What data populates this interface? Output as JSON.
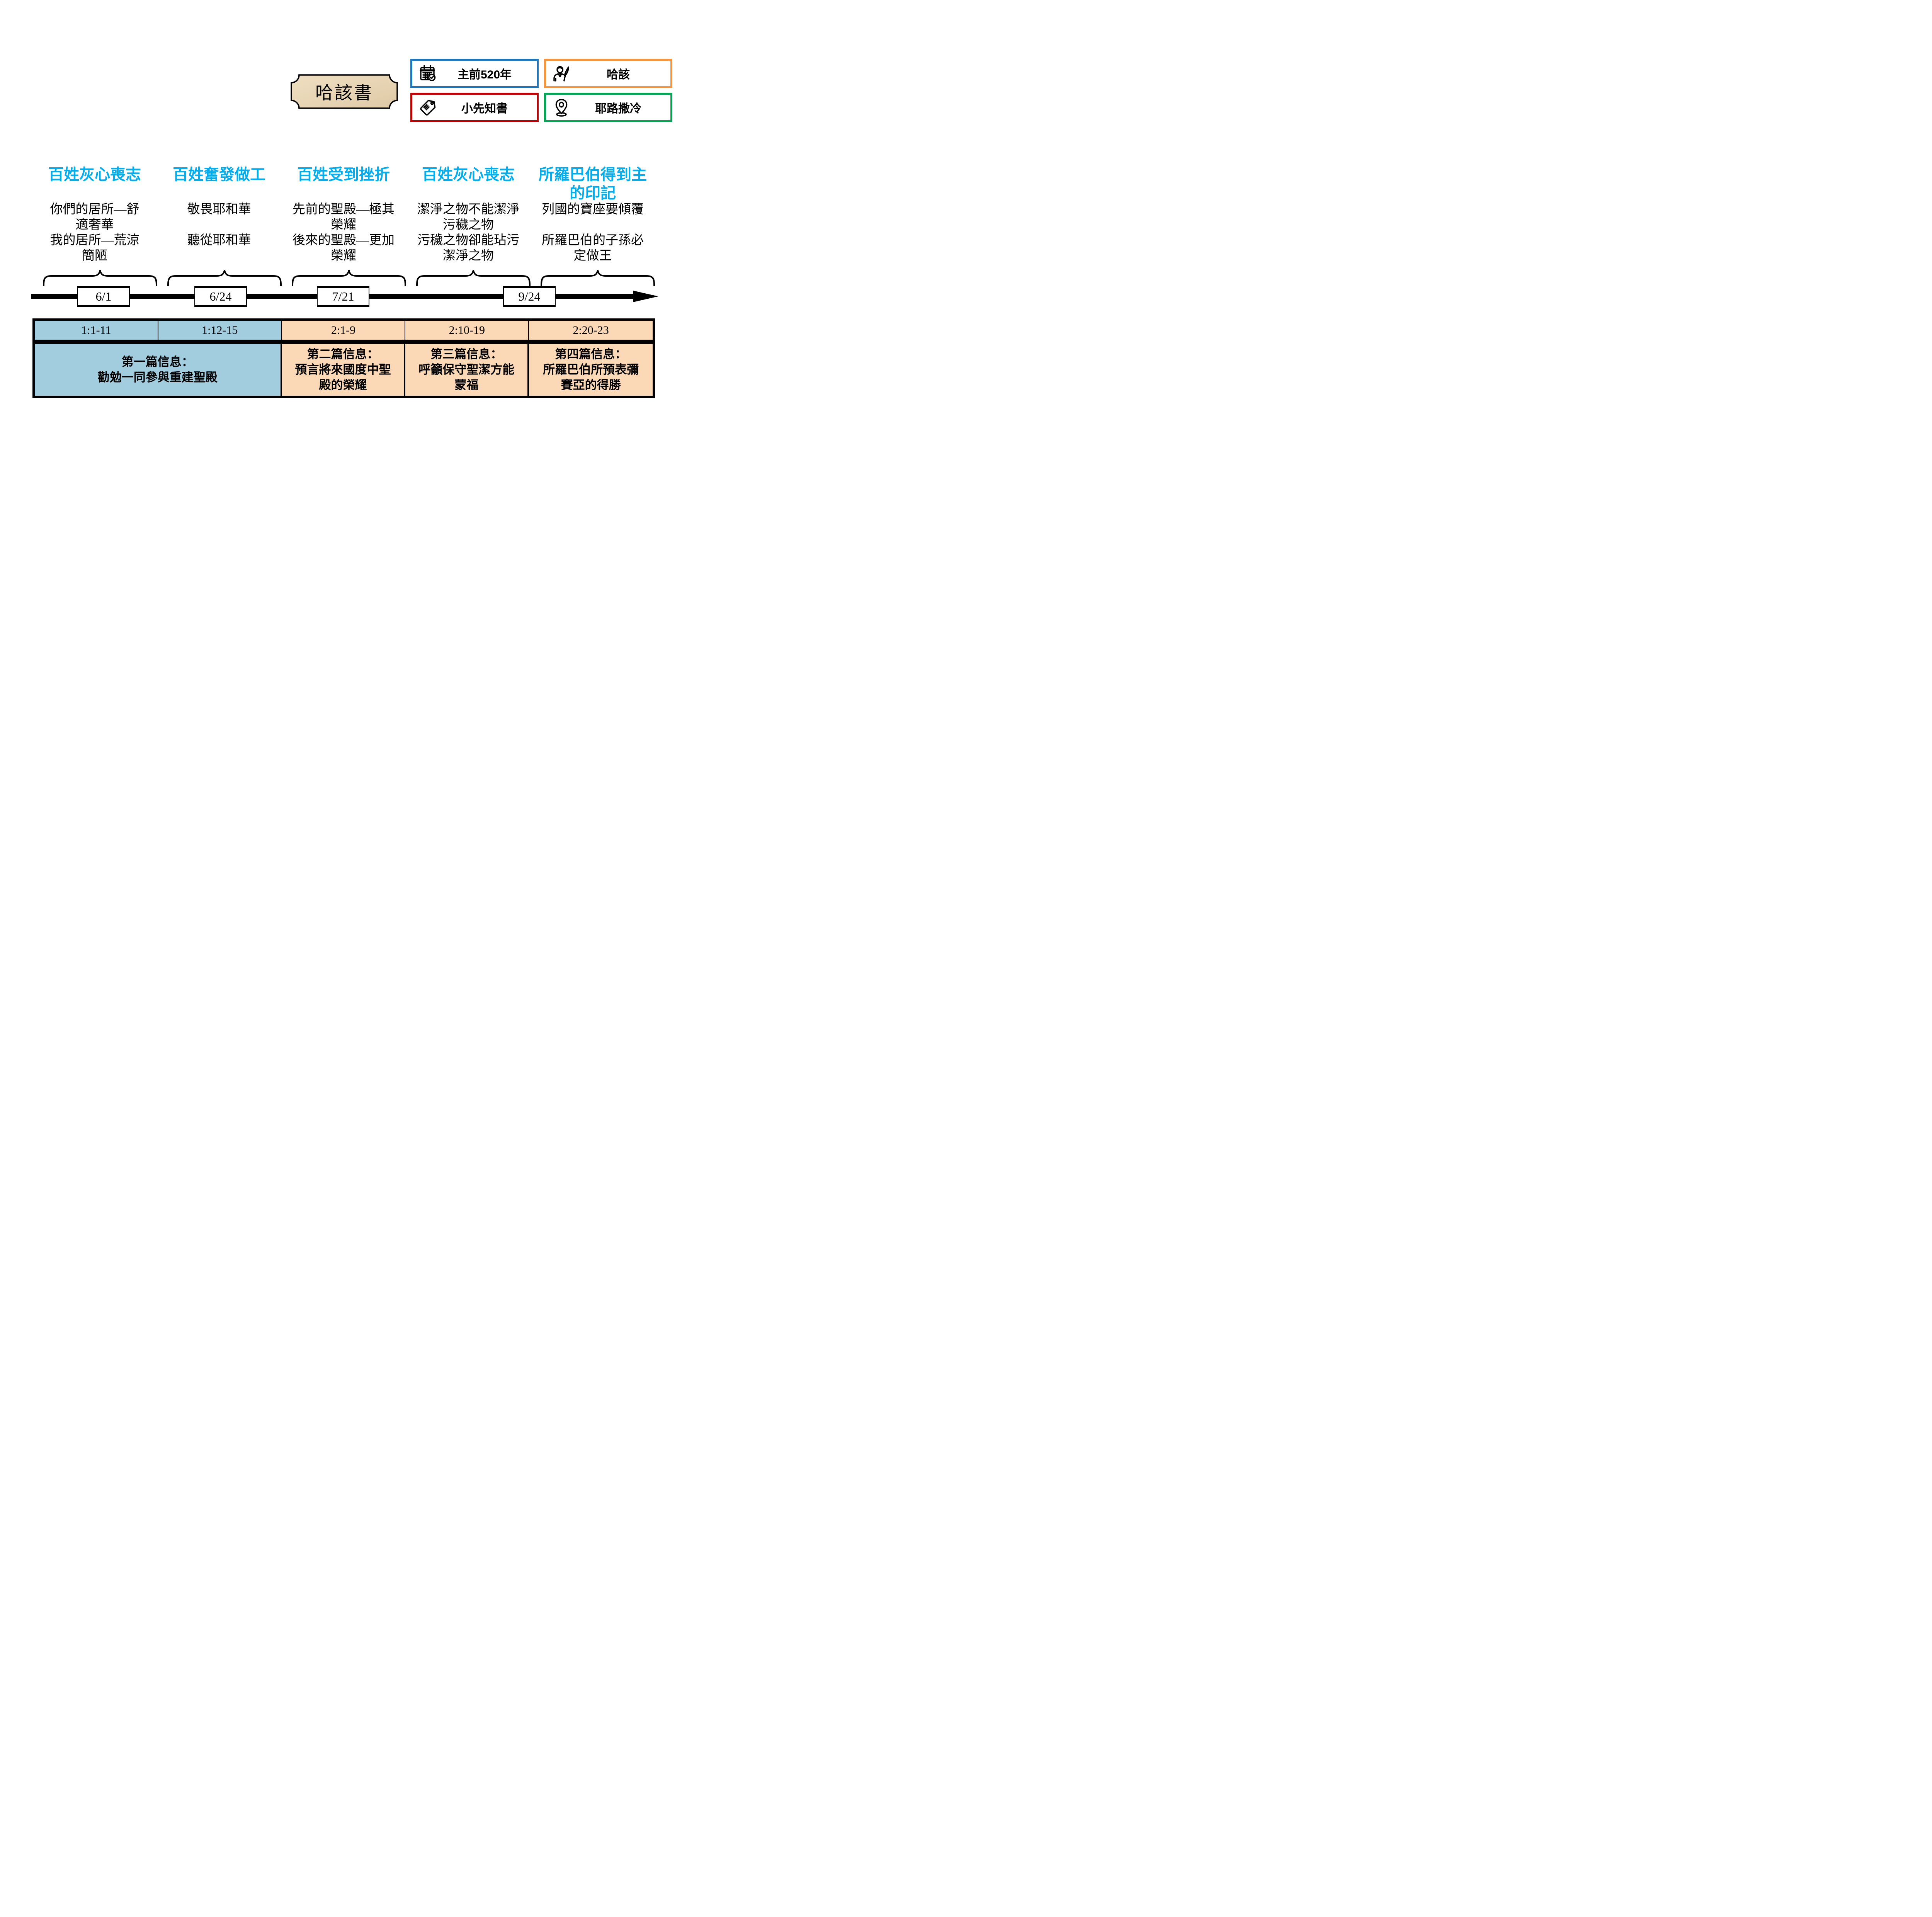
{
  "title": {
    "text": "哈該書"
  },
  "info_boxes": [
    {
      "id": "date",
      "label": "主前520年",
      "icon": "calendar-icon",
      "border_color": "#1B75BC"
    },
    {
      "id": "author",
      "label": "哈該",
      "icon": "prophet-icon",
      "border_color": "#F7943E"
    },
    {
      "id": "category",
      "label": "小先知書",
      "icon": "tag-icon",
      "border_color": "#C00000"
    },
    {
      "id": "location",
      "label": "耶路撒冷",
      "icon": "location-pin-icon",
      "border_color": "#00A651"
    }
  ],
  "sections": [
    {
      "header": "百姓灰心喪志",
      "body": "你們的居所—舒\n適奢華\n我的居所—荒涼\n簡陋"
    },
    {
      "header": "百姓奮發做工",
      "body": "敬畏耶和華\n\n聽從耶和華"
    },
    {
      "header": "百姓受到挫折",
      "body": "先前的聖殿—極其\n榮耀\n後來的聖殿—更加\n榮耀"
    },
    {
      "header": "百姓灰心喪志",
      "body": "潔淨之物不能潔淨\n污穢之物\n污穢之物卻能玷污\n潔淨之物"
    },
    {
      "header": "所羅巴伯得到主\n的印記",
      "body": "列國的寶座要傾覆\n\n所羅巴伯的子孫必\n定做王"
    }
  ],
  "timeline": {
    "dates": [
      "6/1",
      "6/24",
      "7/21",
      "9/24"
    ]
  },
  "table": {
    "references": [
      {
        "text": "1:1-11",
        "color": "blue"
      },
      {
        "text": "1:12-15",
        "color": "blue"
      },
      {
        "text": "2:1-9",
        "color": "peach"
      },
      {
        "text": "2:10-19",
        "color": "peach"
      },
      {
        "text": "2:20-23",
        "color": "peach"
      }
    ],
    "messages": [
      {
        "text": "第一篇信息：\n勸勉一同參與重建聖殿",
        "color": "blue",
        "span": 2
      },
      {
        "text": "第二篇信息：\n預言將來國度中聖\n殿的榮耀",
        "color": "peach",
        "span": 1
      },
      {
        "text": "第三篇信息：\n呼籲保守聖潔方能\n蒙福",
        "color": "peach",
        "span": 1
      },
      {
        "text": "第四篇信息：\n所羅巴伯所預表彌\n賽亞的得勝",
        "color": "peach",
        "span": 1
      }
    ]
  },
  "colors": {
    "header_cyan": "#00AEEF",
    "box_blue": "#1B75BC",
    "box_orange": "#F7943E",
    "box_red": "#C00000",
    "box_green": "#00A651",
    "table_blue": "#A2CDDE",
    "table_peach": "#FBD9B6",
    "plaque_parchment": "#E7D5B5",
    "line_black": "#000000"
  }
}
